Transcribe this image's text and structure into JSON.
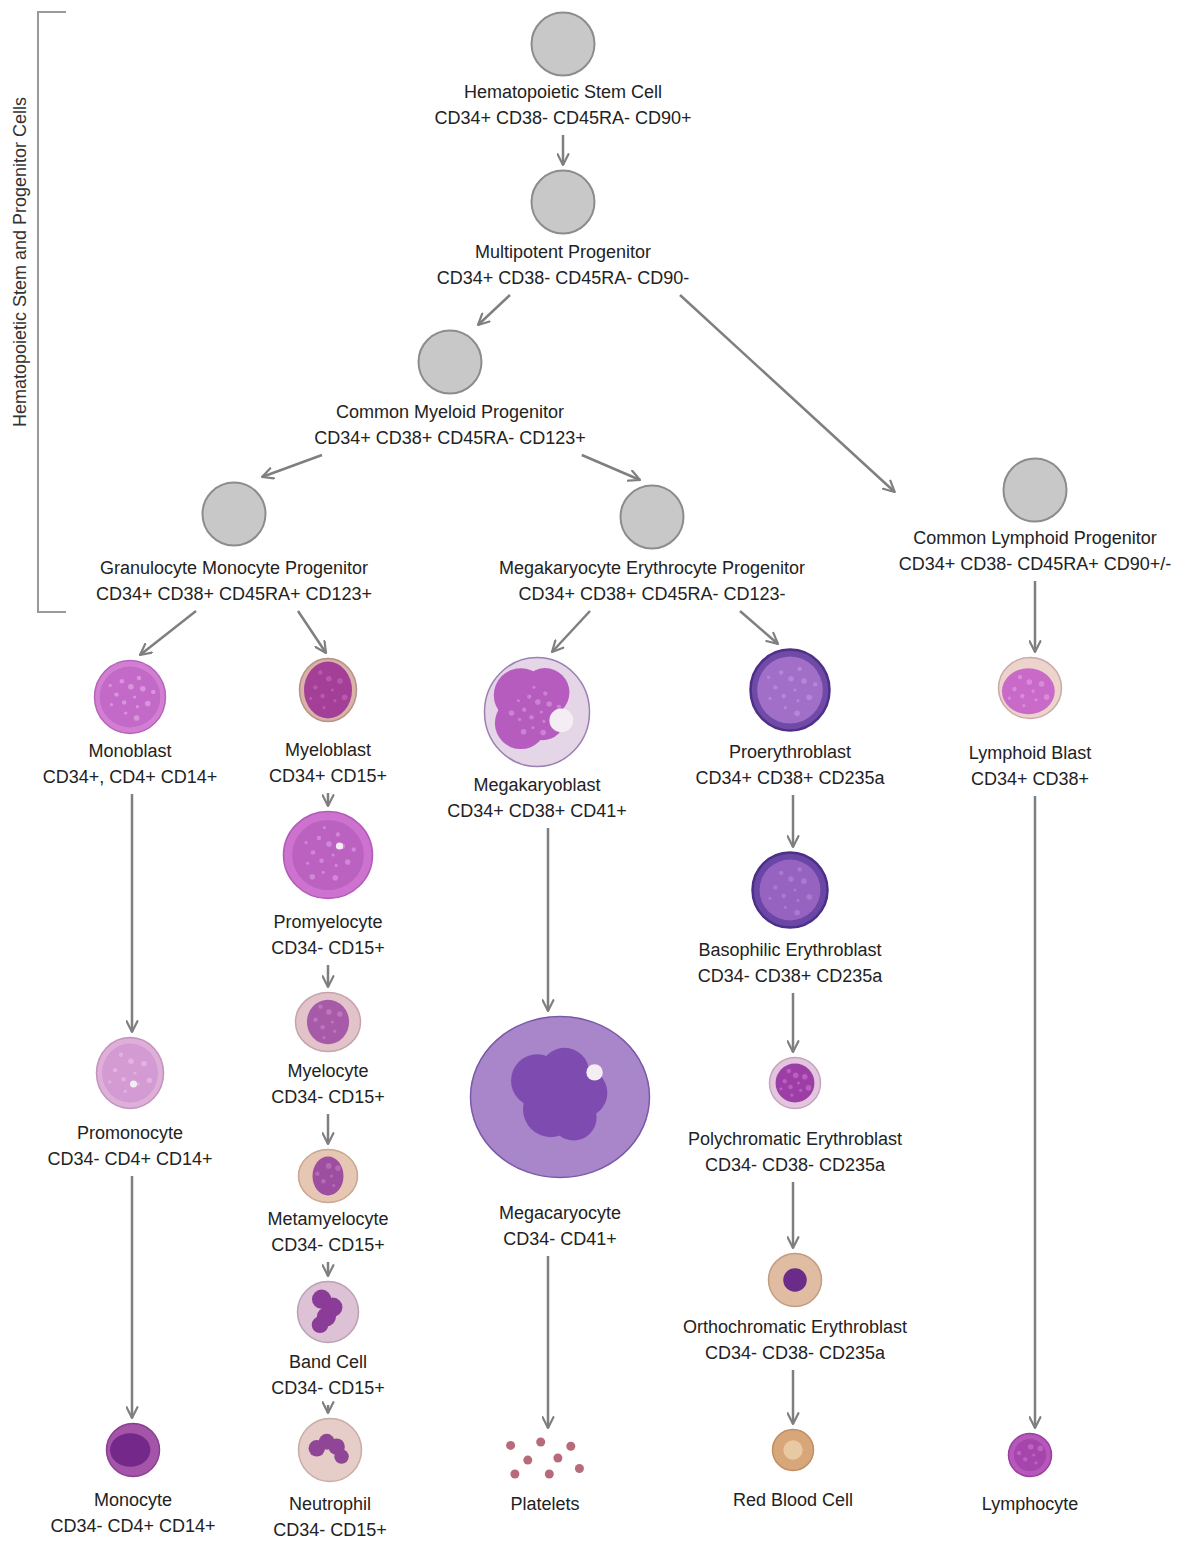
{
  "diagram": {
    "nodes": [
      {
        "text": [
          "Hematopoietic Stem Cell",
          "CD34+ CD38- CD45RA- CD90+"
        ]
      },
      {
        "text": [
          "Multipotent Progenitor",
          "CD34+ CD38- CD45RA- CD90-"
        ]
      },
      {
        "text": [
          "Common Myeloid Progenitor",
          "CD34+ CD38+ CD45RA- CD123+"
        ]
      },
      {
        "text": [
          "Granulocyte Monocyte Progenitor",
          "CD34+ CD38+ CD45RA+ CD123+"
        ]
      },
      {
        "text": [
          "Megakaryocyte Erythrocyte Progenitor",
          "CD34+ CD38+ CD45RA- CD123-"
        ]
      },
      {
        "text": [
          "Common Lymphoid Progenitor",
          "CD34+ CD38- CD45RA+ CD90+/-"
        ]
      },
      {
        "text": [
          "Monoblast",
          "CD34+, CD4+ CD14+"
        ]
      },
      {
        "text": [
          "Myeloblast",
          "CD34+ CD15+"
        ]
      },
      {
        "text": [
          "Megakaryoblast",
          "CD34+ CD38+ CD41+"
        ]
      },
      {
        "text": [
          "Proerythroblast",
          "CD34+ CD38+ CD235a"
        ]
      },
      {
        "text": [
          "Lymphoid Blast",
          "CD34+ CD38+"
        ]
      },
      {
        "text": [
          "Promyelocyte",
          "CD34- CD15+"
        ]
      },
      {
        "text": [
          "Basophilic Erythroblast",
          "CD34- CD38+ CD235a"
        ]
      },
      {
        "text": [
          "Promonocyte",
          "CD34- CD4+ CD14+"
        ]
      },
      {
        "text": [
          "Myelocyte",
          "CD34- CD15+"
        ]
      },
      {
        "text": [
          "Megacaryocyte",
          "CD34- CD41+"
        ]
      },
      {
        "text": [
          "Polychromatic Erythroblast",
          "CD34- CD38- CD235a"
        ]
      },
      {
        "text": [
          "Metamyelocyte",
          "CD34- CD15+"
        ]
      },
      {
        "text": [
          "Orthochromatic Erythroblast",
          "CD34- CD38- CD235a"
        ]
      },
      {
        "text": [
          "Band Cell",
          "CD34- CD15+"
        ]
      },
      {
        "text": [
          "Monocyte",
          "CD34- CD4+ CD14+"
        ]
      },
      {
        "text": [
          "Neutrophil",
          "CD34- CD15+"
        ]
      },
      {
        "text": [
          "Platelets"
        ]
      },
      {
        "text": [
          "Red Blood Cell"
        ]
      },
      {
        "text": [
          "Lymphocyte"
        ]
      }
    ],
    "edges": [
      {
        "from": 0,
        "to": 1,
        "arrow": "to"
      },
      {
        "from": 1,
        "to": 2,
        "arrow": "to"
      },
      {
        "from": 1,
        "to": 5,
        "arrow": "to"
      },
      {
        "from": 2,
        "to": 3,
        "arrow": "to"
      },
      {
        "from": 2,
        "to": 4,
        "arrow": "to"
      },
      {
        "from": 3,
        "to": 6,
        "arrow": "to"
      },
      {
        "from": 3,
        "to": 7,
        "arrow": "to"
      },
      {
        "from": 4,
        "to": 8,
        "arrow": "to"
      },
      {
        "from": 4,
        "to": 9,
        "arrow": "to"
      },
      {
        "from": 5,
        "to": 10,
        "arrow": "to"
      },
      {
        "from": 6,
        "to": 13,
        "arrow": "to"
      },
      {
        "from": 13,
        "to": 20,
        "arrow": "to"
      },
      {
        "from": 7,
        "to": 11,
        "arrow": "to"
      },
      {
        "from": 11,
        "to": 14,
        "arrow": "to"
      },
      {
        "from": 14,
        "to": 17,
        "arrow": "to"
      },
      {
        "from": 17,
        "to": 19,
        "arrow": "to"
      },
      {
        "from": 19,
        "to": 21,
        "arrow": "to"
      },
      {
        "from": 8,
        "to": 15,
        "arrow": "to"
      },
      {
        "from": 15,
        "to": 22,
        "arrow": "to"
      },
      {
        "from": 9,
        "to": 12,
        "arrow": "to"
      },
      {
        "from": 12,
        "to": 16,
        "arrow": "to"
      },
      {
        "from": 16,
        "to": 18,
        "arrow": "to"
      },
      {
        "from": 18,
        "to": 23,
        "arrow": "to"
      },
      {
        "from": 10,
        "to": 24,
        "arrow": "to"
      }
    ],
    "labels": [
      "Hematopoietic Stem and Progenitor Cells"
    ]
  }
}
